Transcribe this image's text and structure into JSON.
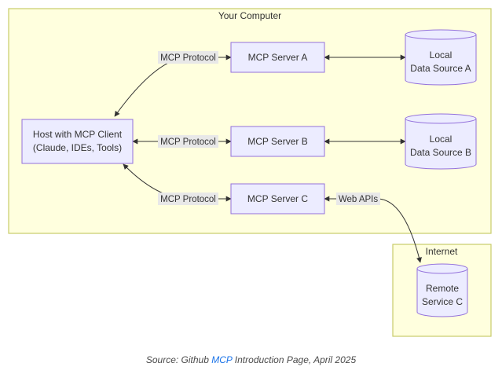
{
  "groups": {
    "computer": {
      "label": "Your Computer"
    },
    "internet": {
      "label": "Internet"
    }
  },
  "host": {
    "line1": "Host with MCP Client",
    "line2": "(Claude, IDEs, Tools)"
  },
  "servers": {
    "a": {
      "label": "MCP Server A"
    },
    "b": {
      "label": "MCP Server B"
    },
    "c": {
      "label": "MCP Server C"
    }
  },
  "sources": {
    "a": {
      "line1": "Local",
      "line2": "Data Source A"
    },
    "b": {
      "line1": "Local",
      "line2": "Data Source B"
    },
    "c": {
      "line1": "Remote",
      "line2": "Service C"
    }
  },
  "edges": {
    "protocol_a": "MCP Protocol",
    "protocol_b": "MCP Protocol",
    "protocol_c": "MCP Protocol",
    "web_apis": "Web APIs"
  },
  "caption": {
    "prefix": "Source: Github ",
    "link": "MCP",
    "suffix": " Introduction Page, April 2025"
  },
  "colors": {
    "group_fill": "#ffffde",
    "group_stroke": "#c8cc6a",
    "node_fill": "#ececff",
    "node_stroke": "#9370db",
    "edge": "#333333",
    "label_bg": "#e8e8e8",
    "link": "#1a73e8"
  }
}
